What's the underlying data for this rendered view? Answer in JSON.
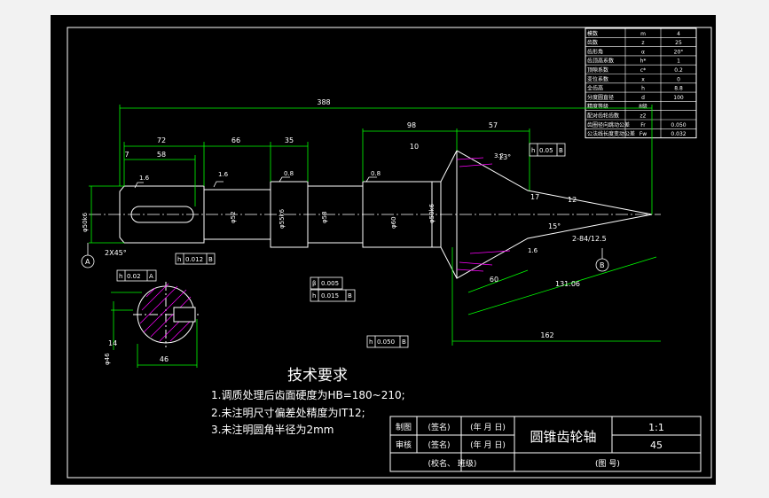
{
  "title_block": {
    "drawing_name": "圆锥齿轮轴",
    "scale": "1:1",
    "material_no": "45",
    "rows": [
      {
        "role": "制图",
        "sign": "(签名)",
        "date": "(年 月 日)"
      },
      {
        "role": "审核",
        "sign": "(签名)",
        "date": "(年 月 日)"
      }
    ],
    "school": "(校名、  班级)",
    "drawing_no": "(图     号)"
  },
  "tech_req": {
    "title": "技术要求",
    "items": [
      "1.调质处理后齿面硬度为HB=180~210;",
      "2.未注明尺寸偏差处精度为IT12;",
      "3.未注明圆角半径为2mm"
    ]
  },
  "param_table": [
    {
      "name": "模数",
      "sym": "m",
      "val": "4"
    },
    {
      "name": "齿数",
      "sym": "z",
      "val": "25"
    },
    {
      "name": "齿形角",
      "sym": "α",
      "val": "20°"
    },
    {
      "name": "齿顶高系数",
      "sym": "h*",
      "val": "1"
    },
    {
      "name": "顶隙系数",
      "sym": "c*",
      "val": "0.2"
    },
    {
      "name": "变位系数",
      "sym": "x",
      "val": "0"
    },
    {
      "name": "全齿高",
      "sym": "h",
      "val": "8.8"
    },
    {
      "name": "分度圆直径",
      "sym": "d",
      "val": "100"
    },
    {
      "name": "精度等级",
      "sym": "8级",
      "val": ""
    },
    {
      "name": "配对齿轮齿数",
      "sym": "z2",
      "val": ""
    },
    {
      "name": "齿圈径向跳动公差",
      "sym": "Fr",
      "val": "0.050"
    },
    {
      "name": "公法线长度变动公差",
      "sym": "Fw",
      "val": "0.032"
    }
  ],
  "dimensions": {
    "overall": "388",
    "d72": "72",
    "d58": "58",
    "d7": "7",
    "d66": "66",
    "d35": "35",
    "d98": "98",
    "d57": "57",
    "d60": "60",
    "d131": "131.06",
    "d162": "162",
    "d46": "46",
    "d10": "10",
    "chamfer": "2X45°",
    "angle1": "2-84/12.5",
    "d14": "14",
    "d17": "17",
    "d12": "12",
    "ang2": "13°",
    "ang3": "15°"
  },
  "surface": [
    "1.6",
    "1.6",
    "0.8",
    "0.8",
    "3.2",
    "1.6"
  ],
  "tolerances": {
    "t1_sym": "h",
    "t1_val": "0.012",
    "t1_ref": "B",
    "t2_sym": "h",
    "t2_val": "0.05",
    "t2_ref": "B",
    "t3a_sym": "β",
    "t3a_val": "0.005",
    "t3b_sym": "h",
    "t3b_val": "0.015",
    "t3b_ref": "B",
    "t4_sym": "h",
    "t4_val": "0.02",
    "t4_ref": "A",
    "t5_sym": "h",
    "t5_val": "0.050",
    "t5_ref": "B"
  },
  "datums": {
    "a": "A",
    "b": "B"
  },
  "diameters": {
    "dia1": "φ50k6",
    "dia2": "φ52",
    "dia3": "φ55k6",
    "dia4": "φ58",
    "dia5": "φ60",
    "dia6": "φ50k6",
    "dia7": "φ46"
  },
  "colors": {
    "line": "#ffffff",
    "dim": "#00ff00",
    "accent": "#ff00ff",
    "text": "#ffffff"
  }
}
